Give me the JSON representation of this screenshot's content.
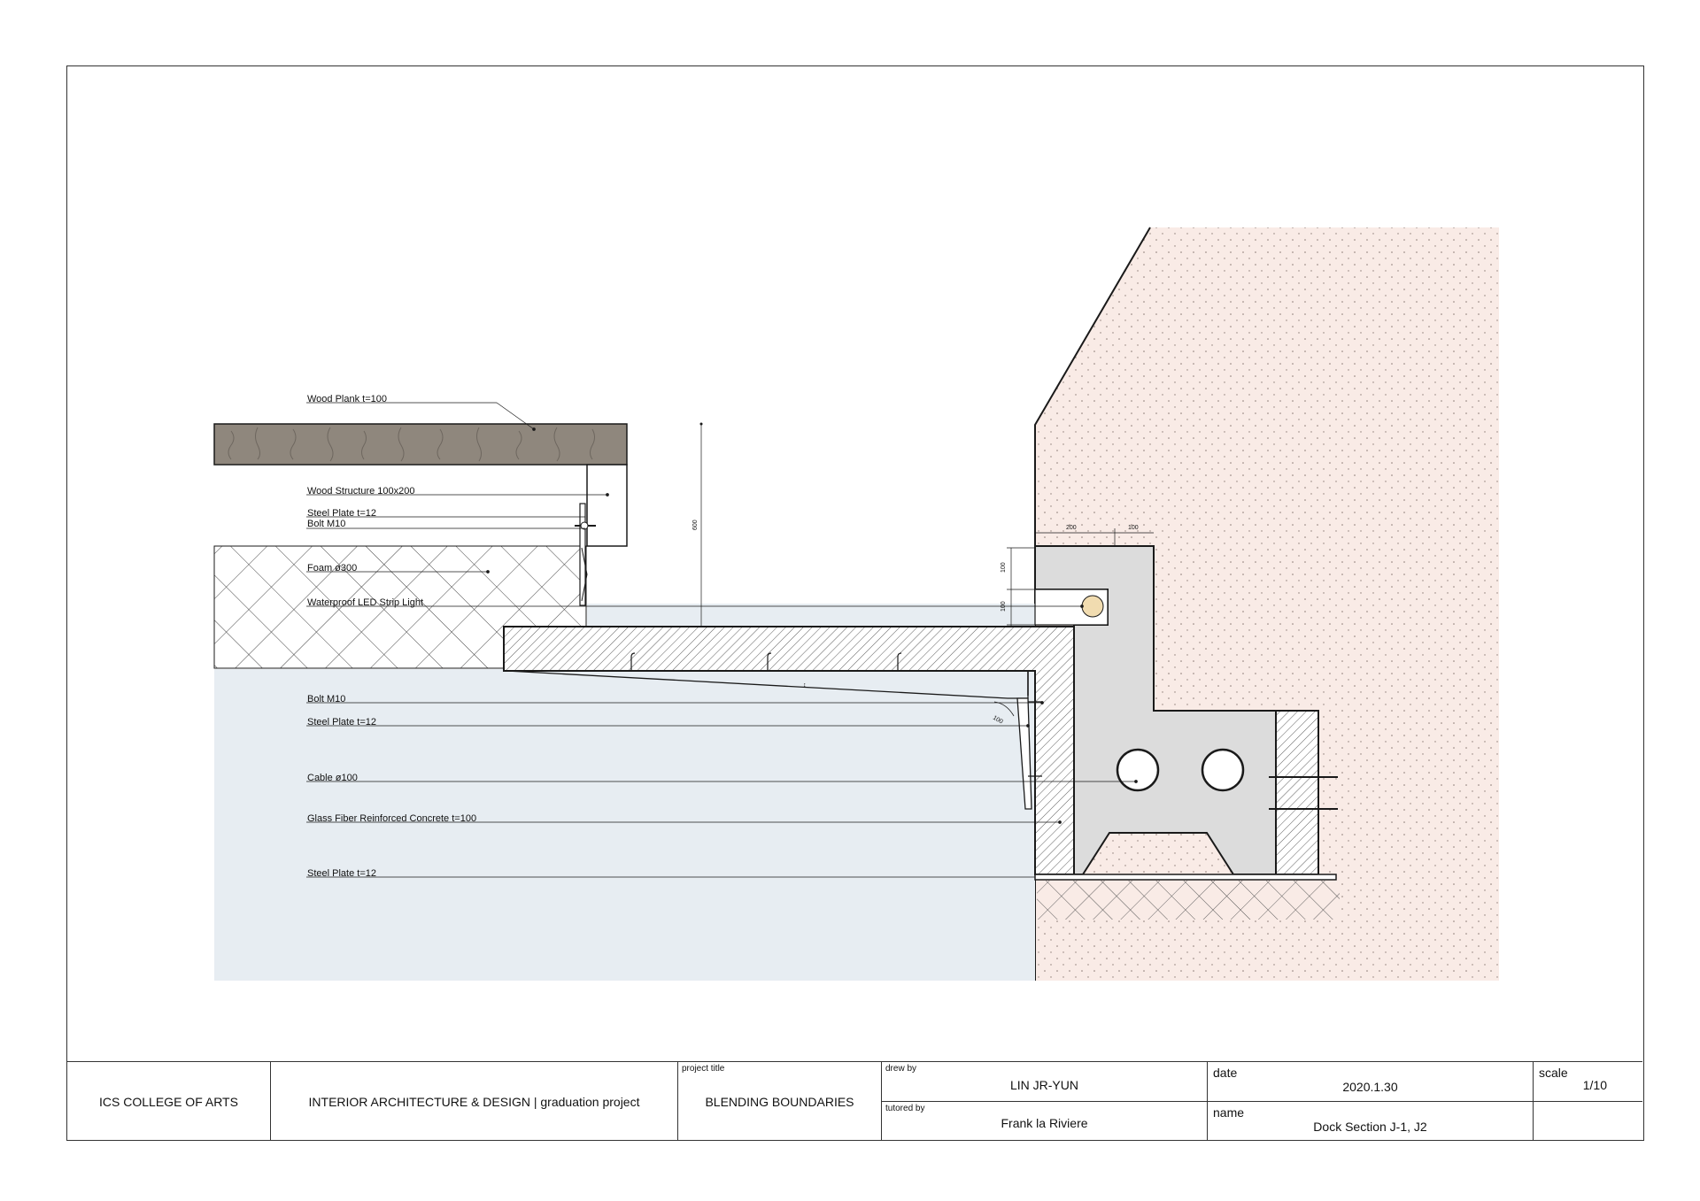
{
  "labels": {
    "wood_plank": "Wood Plank t=100",
    "wood_structure": "Wood Structure 100x200",
    "steel_plate_top": "Steel Plate t=12",
    "bolt_top": "Bolt M10",
    "foam": "Foam ø300",
    "led": "Waterproof LED Strip Light",
    "bolt_mid": "Bolt M10",
    "steel_plate_mid": "Steel Plate t=12",
    "cable": "Cable ø100",
    "gfrc": "Glass Fiber Reinforced Concrete t=100",
    "steel_plate_bottom": "Steel Plate t=12"
  },
  "dimensions": {
    "height_600": "600",
    "w_200": "200",
    "w_100": "100",
    "h_100_a": "100",
    "h_100_b": "100",
    "angle_100": "100"
  },
  "title_block": {
    "school": "ICS COLLEGE OF ARTS",
    "program": "INTERIOR ARCHITECTURE & DESIGN | graduation project",
    "project_title_caption": "project title",
    "project_title": "BLENDING BOUNDARIES",
    "drew_by_caption": "drew by",
    "drew_by": "LIN JR-YUN",
    "tutored_by_caption": "tutored by",
    "tutored_by": "Frank la Riviere",
    "date_caption": "date",
    "date": "2020.1.30",
    "name_caption": "name",
    "name": "Dock Section J-1, J2",
    "scale_caption": "scale",
    "scale": "1/10"
  },
  "colors": {
    "water": "#e7edf2",
    "earth": "#f9ebe6",
    "concrete": "#dcdcdc",
    "wood": "#8f877d",
    "led": "#f1dcb0",
    "line": "#1a1a1a"
  }
}
